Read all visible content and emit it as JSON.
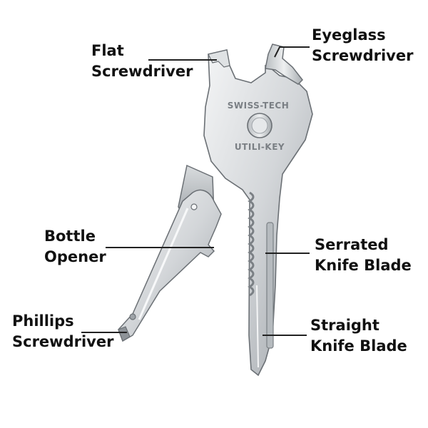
{
  "diagram": {
    "tool_stamp_top": "SWISS-TECH",
    "tool_stamp_bottom": "UTILI-KEY",
    "colors": {
      "steel_light": "#eceef0",
      "steel_mid": "#c6cacd",
      "steel_dark": "#8e9398",
      "outline": "#6b7075",
      "leader_line": "#222222"
    },
    "callouts": [
      {
        "id": "flat-screwdriver",
        "lines": [
          "Flat",
          "Screwdriver"
        ]
      },
      {
        "id": "eyeglass-screwdriver",
        "lines": [
          "Eyeglass",
          "Screwdriver"
        ]
      },
      {
        "id": "bottle-opener",
        "lines": [
          "Bottle",
          "Opener"
        ]
      },
      {
        "id": "serrated-knife-blade",
        "lines": [
          "Serrated",
          "Knife Blade"
        ]
      },
      {
        "id": "phillips-screwdriver",
        "lines": [
          "Phillips",
          "Screwdriver"
        ]
      },
      {
        "id": "straight-knife-blade",
        "lines": [
          "Straight",
          "Knife Blade"
        ]
      }
    ]
  }
}
